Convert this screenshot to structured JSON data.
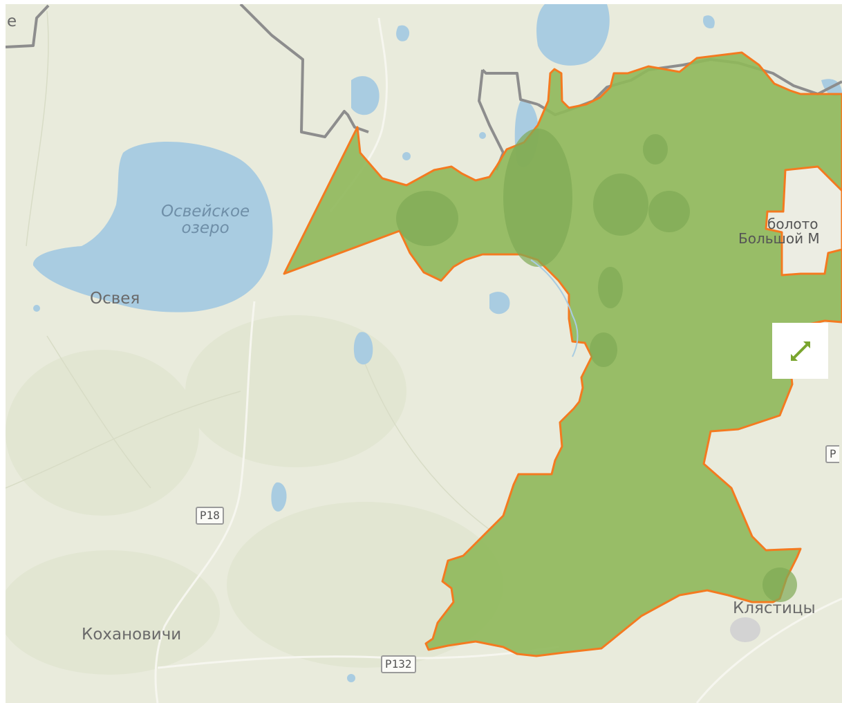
{
  "map": {
    "lake_label": [
      "Освейское",
      "озеро"
    ],
    "places": {
      "osveya": "Освея",
      "kokhanovichi": "Кохановичи",
      "klyastitsy": "Клястицы",
      "partial_left": "e"
    },
    "swamp_label": [
      "болото",
      "Большой М"
    ],
    "roads": {
      "p18": "Р18",
      "p132": "Р132",
      "partial_right": "Р"
    },
    "colors": {
      "land": "#e8eadb",
      "water": "#a8cbe0",
      "protected_area_fill": "#8fb85a",
      "protected_area_stroke": "#f47a20",
      "border": "#8a8a8a",
      "expand_icon": "#7aa52e"
    },
    "controls": {
      "expand_icon": "expand-arrows-icon"
    }
  }
}
